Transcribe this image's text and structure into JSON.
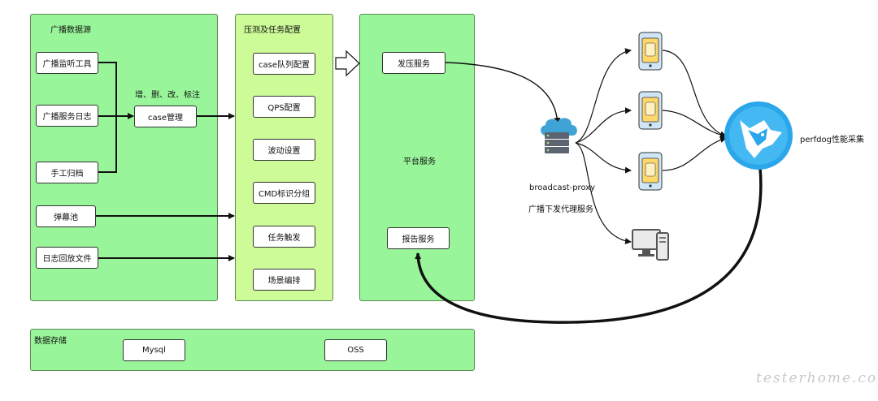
{
  "source_panel": {
    "title": "广播数据源",
    "items": [
      "广播监听工具",
      "广播服务日志",
      "手工归档",
      "弹幕池",
      "日志回放文件"
    ]
  },
  "case_manager": {
    "label": "case管理",
    "annotation": "增、删、改、标注"
  },
  "config_panel": {
    "title": "压测及任务配置",
    "items": [
      "case队列配置",
      "QPS配置",
      "波动设置",
      "CMD标识分组",
      "任务触发",
      "场景编排"
    ]
  },
  "platform_panel": {
    "title": "平台服务",
    "items": [
      "发压服务",
      "报告服务"
    ]
  },
  "storage_panel": {
    "title": "数据存储",
    "items": [
      "Mysql",
      "OSS"
    ]
  },
  "proxy": {
    "name": "broadcast-proxy",
    "desc": "广播下发代理服务",
    "icon": "server-cloud-icon"
  },
  "devices": {
    "phone_icon": "phone-icon",
    "pc_icon": "desktop-pc-icon"
  },
  "perfdog": {
    "label": "perfdog性能采集",
    "icon": "perfdog-logo-icon"
  },
  "watermark": "testerhome.com",
  "colors": {
    "panel_green": "#99f59a",
    "panel_lime": "#cdfb98",
    "phone_body": "#5fb5f0",
    "phone_screen": "#ffd86b",
    "perfdog_blue": "#2aa7ea"
  }
}
